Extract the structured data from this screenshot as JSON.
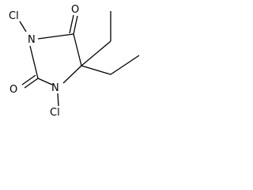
{
  "molecule": {
    "atoms": {
      "cl1": "Cl",
      "n1": "N",
      "o_top": "O",
      "o_left": "O",
      "n2": "N",
      "cl2": "Cl"
    },
    "colors": {
      "bond": "#000000",
      "label": "#000000",
      "background": "#ffffff"
    }
  }
}
